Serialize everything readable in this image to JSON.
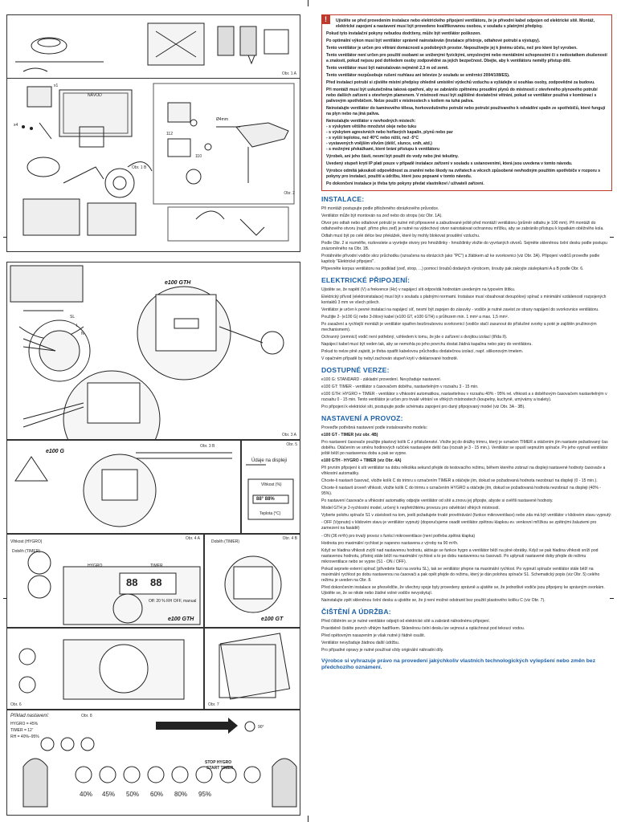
{
  "figures": {
    "obr1a": "Obr. 1 A",
    "obr1b": "Obr. 1 B",
    "obr2": "Obr. 2",
    "obr3a": "Obr. 3 A",
    "obr3b": "Obr. 3 B",
    "obr4a": "Obr. 4 A",
    "obr4b": "Obr. 4 B",
    "obr5": "Obr. 5",
    "obr6": "Obr. 6",
    "obr7": "Obr. 7",
    "obr8": "Obr. 8"
  },
  "labels": {
    "e100gth": "e100 GTH",
    "e100g": "e100 G",
    "e100gth_b": "e100 GTH",
    "e100gt": "e100 GT",
    "udaje": "Údaje na displeji",
    "vlhkost_pct": "Vlhkost (%)",
    "teplota": "Teplota (°C)",
    "display_val": "88° 88%",
    "vlhkost_hygro": "Vlhkost (HYGRO)",
    "dobeh_timer": "Doběh (TIMER)",
    "dobeh_timer2": "Doběh (TIMER)",
    "display_a": "88",
    "display_b": "88",
    "hygro": "HYGRO",
    "timer": "TIMER",
    "off_label": "Off: 20 % RH OFF, manual",
    "navod": "NÁVOD",
    "rozmer_a": "112",
    "rozmer_b": "110",
    "drill": "Ø4mm",
    "x1": "x1",
    "x4": "x4",
    "sl": "SL",
    "l": "L",
    "n": "N",
    "prikladnast": "Příklad nastavení:",
    "hygro_val": "HYGRO = 45%",
    "timer_val": "TIMER = 12'",
    "rh_range": "RH = 40%–95%",
    "pct_40": "40%",
    "pct_45": "45%",
    "pct_50": "50%",
    "pct_60": "60%",
    "pct_80": "80%",
    "pct_95": "95%",
    "stop_hygro": "STOP HYGRO",
    "start_timer": "START TIMER",
    "deg_90": "90°"
  },
  "warning": {
    "p1": "Ujistěte se před provedením instalace nebo elektrického připojení ventilátoru, že je přívodní kabel odpojen od elektrické sítě. Montáž, elektrické zapojení a nastavení musí být provedeno kvalifikovanou osobou, v souladu s platnými předpisy.",
    "p2": "Pokud tyto instalační pokyny nebudou dodrženy, může být ventilátor poškozen.",
    "p3": "Po optimální výkon musí být ventilátor správně nainstalován (instalace přístroje, odtahové potrubí a výstupy).",
    "p4": "Tento ventilátor je určen pro větrání domácností a podobných prostor. Nepoužívejte jej k jinému účelu, než pro které byl vyroben.",
    "p5": "Tento ventilátor není určen pro použití osobami se sníženými fyzickými, smyslovými nebo mentálními schopnostmi či s nedostatkem zkušeností a znalostí, pokud nejsou pod dohledem osoby zodpovědné za jejich bezpečnost. Dbejte, aby k ventilátoru neměly přístup děti.",
    "p6": "Tento ventilátor musí být nainstalován nejméně 2,3 m od země.",
    "p7": "Tento ventilátor nezpůsobuje rušení rozhlasu ani televize (v souladu se směrnicí 2004/108/ES).",
    "p8": "Před instalací potrubí si zjistěte místní předpisy ohledně umístění výdechů vzduchu a vyžádejte si souhlas osoby, zodpovědné za budovu.",
    "p9": "Při montáži musí být uskutečněna taková opatření, aby se zabránilo zpětnému proudění plynů do místnosti z otevřeného plynového potrubí nebo dalších zařízení s otevřeným plamenem. V místnosti musí být zajištěné dostatečné větrání, pokud se ventilátor používá v kombinaci s palivovým spotřebičem. Nelze použít v místnostech s kotlem na tuhá paliva.",
    "p10": "Neinstalujte ventilátor do kamínového tělesa, horkovzdušného potrubí nebo potrubí používaného k odvádění spalin ze spotřebičů, které fungují na plyn nebo na jiná paliva.",
    "p11": "Neinstalujte ventilátor v nevhodných místech:",
    "l1": "- s výskytem většího množství oleje nebo tuku",
    "l2": "- s výskytem agresivních nebo hořlavých kapalin, plynů nebo par",
    "l3": "- s vyšší teplotou, než 40°C nebo nižší, než -5°C",
    "l4": "- vystavených vnějším vlivům (déšť, slunce, sníh, atd.)",
    "l5": "- s možnými překážkami, které brání přístupu k ventilátoru",
    "p12": "Výrobek, ani jeho části, nesmí být použit do vody nebo jiné tekutiny.",
    "p13": "Uvedený stupeň krytí IP platí pouze v případě instalace zařízení v souladu s ustanoveními, která jsou uvedena v tomto návodu.",
    "p14": "Výrobce odmítá jakoukoli odpovědnost za zranění nebo škody na zvířatech a věcech způsobené nevhodným použitím spotřebiče v rozporu s pokyny pro instalaci, použití a údržbu, které jsou popsané v tomto návodu.",
    "p15": "Po dokončení instalace je třeba tyto pokyny předat vlastníkovi / uživateli zařízení."
  },
  "sections": {
    "instalace": "INSTALACE:",
    "elektricke": "ELEKTRICKÉ PŘIPOJENÍ:",
    "verze": "DOSTUPNÉ VERZE:",
    "nastaveni": "NASTAVENÍ A PROVOZ:",
    "cisteni": "ČIŠTĚNÍ A ÚDRŽBA:"
  },
  "instalace": {
    "p1": "Při montáži postupujte podle přiloženého obrázkového průvodce.",
    "p2": "Ventilátor může být montován na zeď nebo do stropu (viz Obr. 1A).",
    "p3": "Otvor pro odtah nebo odtahové potrubí je nutné mít připravené a zabudované ještě před montáží ventilátoru (průměr odtahu je 100 mm). Při montáži do odtahového otvoru (např. přímo přes zeď) je nutné na výdechový otvor nainstalovat ochrannou mřížku, aby se zabránilo přístupu k lopatkám oběžného kola.",
    "p4": "Odtah musí být po celé délce bez překážek, které by mohly blokovat proudění vzduchu.",
    "p5": "Podle Obr. 2 si rozměřte, rozkreslete a vyvrtejte otvory pro hmoždinky - hmoždinky vložte do vyvrtaných otvorů. Sejměte skleněnou čelní desku podle postupu znázorněného na Obr. 1B.",
    "p6": "Protáhněte přívodní vodiče skrz průchodku (označena na obrázcích jako \"PC\") a žlábkem až ke svorkovnici (viz Obr. 3A). Připojení vodičů proveďte podle kapitoly \"Elektrické připojení\".",
    "p7": "Připevněte korpus ventilátoru na podklad (zeď, strop, ...) pomocí šroubů dodaných výrobcem, šrouby pak zakryjte záslepkami A a B podle Obr. 6."
  },
  "elektricke": {
    "p1": "Ujistěte se, že napětí (V) a frekvence (Hz) v napájecí síti odpovídá hodnotám uvedeným na typovém štítku.",
    "p2": "Elektrický přívod (elektroinstalace) musí být v souladu s platnými normami. Instalace musí obsahovat dvoupólový spínač s minimální vzdáleností rozpojených kontaktů 3 mm ve všech pólech.",
    "p3": "Ventilátor je určen k pevné instalaci na napájecí síť, nesmí být zapojen do zásuvky - vodiče je nutné zavést ze strany napájení do svorkovnice ventilátoru.",
    "p4": "Použijte 2- (e100 G) nebo 3-žilový kabel (e100 GT, e100 GTH) s průřezem min. 1 mm² a max. 1,5 mm².",
    "p5": "Po zasažení a rychlejší montáži je ventilátor opatřen bezšroubovou svorkovnicí (vodiče stačí zasunout do příslušné svorky a poté je zajištěn pružinovým mechanismem).",
    "p6": "Ochranný (zemnicí) vodič není potřebný, vzhledem k tomu, že jde o zařízení s dvojitou izolací (třída II).",
    "p7": "Napájecí kabel musí být veden tak, aby se nemohla po jeho povrchu dostat žádná kapalina nebo páry do ventilátoru.",
    "p8": "Pokud to nelze plně zajistit, je třeba opatřit kabelovou průchodku dodatečnou izolací, např. silikonovým tmelem.",
    "p9": "V opačném případě by nebyl zachován stupeň krytí v deklarované hodnotě."
  },
  "verze": {
    "p1": "e100 G: STANDARD - základní provedení. Nevyžaduje nastavení.",
    "p2": "e100 GT: TIMER - ventilátor s časovačem doběhu, nastavitelným v rozsahu 3 - 15 min.",
    "p3": "e100 GTH: HYGRO + TIMER - ventilátor s vlhkostní automatikou, nastavitelnou v rozsahu 40% - 95% rel. vlhkosti a s doběhovým časovačem nastavitelným v rozsahu 0 - 15 min. Tento ventilátor je určen pro trvalé větrání ve vlhkých místnostech (koupelny, kuchyně, umývárny a toalety).",
    "p4": "Pro připojení k elektrické síti, postupujte podle schématu zapojení pro daný připojovaný model (viz Obr. 3A - 3B)."
  },
  "nastaveni": {
    "p1": "Proveďte potřebná nastavení podle instalovaného modelu:",
    "h1": "e100 GT - TIMER (viz obr. 4B)",
    "p2": "Pro nastavení časovače použijte plastový kolík C z příslušenství. Vložte jej do drážky trimru, který je označen TIMER a otáčením jím nastavte požadovaný čas doběhu. Otáčením ve směru hodinových ručiček nastavujete delší čas (rozsah je 3 - 15 min.). Ventilátor se spustí sepnutím spínače. Po jeho vypnutí ventilátor ještě běží po nastavenou dobu a pak se vypne.",
    "h2": "e100 GTH - HYGRO + TIMER (viz Obr. 4A)",
    "p3": "Při prvním připojení k síti ventilátor na dobu několika sekund přejde do testovacího režimu, během kterého zobrazí na displeji nastavené hodnoty časovače a vlhkostní automatiky.",
    "p4": "Chcete-li nastavit časovač, vložte kolík C do trimru s označením TIMER a otáčejte jím, dokud se požadovaná hodnota nezobrazí na displeji (0 - 15 min.).",
    "p5": "Chcete-li nastavit úroveň vlhkosti, vložte kolík C do trimru s označením HYGRO a otáčejte jím, dokud se požadovaná hodnota nezobrazí na displeji (40% - 95%).",
    "p6": "Po nastavení časovače a vlhkostní automatiky odpojte ventilátor od sítě a znovu jej připojte, abyste si ověřili nastavené hodnoty.",
    "p7": "Model GTH je 2-rychlostní model, určený k nepřetržitému provozu pro odvětrání vlhkých místností.",
    "p8": "Vyberte polohu spínače S1 v závislosti na tom, jestli požadujete trvalé provětrávání (funkce mikroventilace) nebo zda má být ventilátor v klidovém stavu vypnutý:",
    "p9": "- OFF (Vypnuto) v klidovém stavu je ventilátor vypnutý (doporučujeme osadit ventilátor zpětnou klapkou ev. venkovní mřížkou se zpětnými žaluziemi pro zamezení na fasádě)",
    "p10": "- ON (36 m³/h) pro trvalý provoz s funkcí mikroventilace (není potřeba zpětná klapka)",
    "p11": "Hodnota pro maximální rychlost je napevno nastavena z výroby na 90 m³/h.",
    "p12": "Když se hladina vlhkosti zvýší nad nastavenou hodnotu, aktivuje se funkce hygro a ventilátor běží na plné obrátky. Když se pak hladina vlhkosti sníží pod nastavenou hodnotu, přístroj stále běží na maximální rychlost a to po dobu nastavenou na časovači. Po uplynutí nastavené doby přejde do režimu mikroventilace nebo se vypne (S1 - ON / OFF).",
    "p13": "Pokud sepnete externí spínač (přivedete fázi na svorku SL), tak se ventilátor přepne na maximální rychlost. Po vypnutí spínače ventilátor stále běží na maximální rychlost po dobu nastavenou na časovači a pak opět přejde do režimu, který je dán polohou spínače S1. Schematický popis (viz Obr. 5) celého režimu je uveden na Obr. 8.",
    "p14": "Před dokončením instalace se přesvědčte, že všechny spoje byly provedeny správně a ujistěte se, že jednotlivé vodiče jsou připojeny ke správným svorkám. Ujistěte se, že se nikde nebo žádné volné vodiče nevyskytují.",
    "p15": "Nainstalujte zpět skleněnou čelní desku a ujistěte se, že ji není možné odstranit bez použití plastového kolíku C (viz Obr. 7)."
  },
  "cisteni": {
    "p1": "Před čištěním se je nutné ventilátor odpojit od elektrické sítě a zabránit náhodnému připojení.",
    "p2": "Pravidelně čistěte povrch vlhkým hadříkem. Skleněnou čelní desku lze sejmout a opláchnout pod tekoucí vodou.",
    "p3": "Před opětovným nasazením je však nutné ji řádně osušit.",
    "p4": "Ventilátor nevyžaduje žádnou další údržbu.",
    "p5": "Pro případné opravy je nutné používat vždy originální náhradní díly."
  },
  "final": "Výrobce si vyhrazuje právo na provedení jakýchkoliv vlastních technologických vylepšení nebo změn bez předchozího oznámení.",
  "warn_icon": "!",
  "colors": {
    "accent": "#1b5fa8",
    "warning": "#c0392b"
  }
}
